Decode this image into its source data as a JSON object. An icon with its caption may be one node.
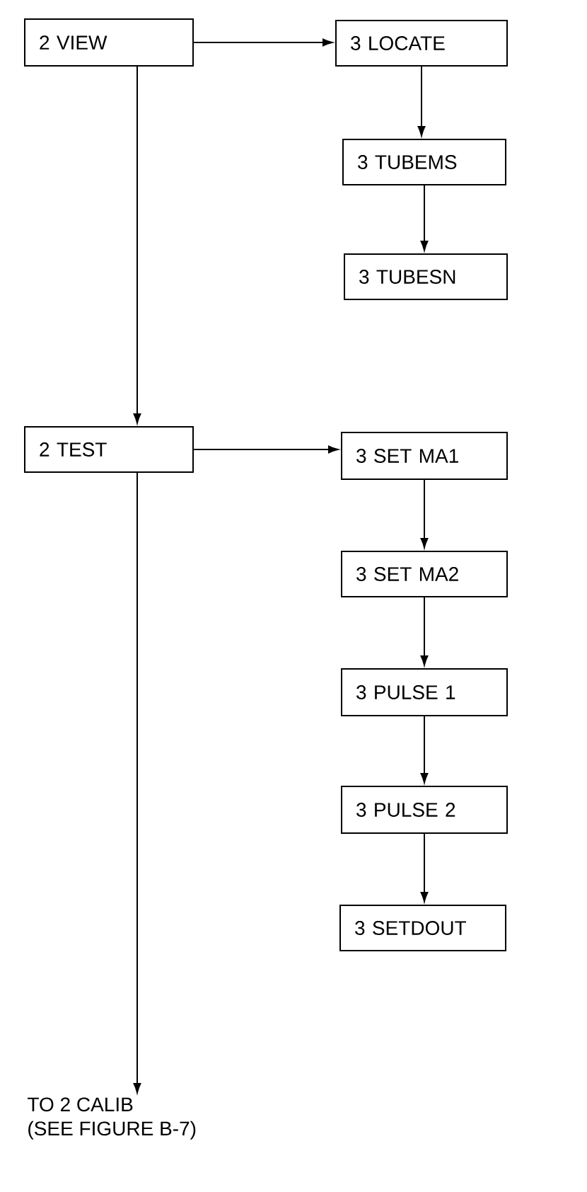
{
  "diagram": {
    "nodes": [
      {
        "text": [
          "2 VIEW"
        ]
      },
      {
        "text": [
          "3 LOCATE"
        ]
      },
      {
        "text": [
          "3 TUBEMS"
        ]
      },
      {
        "text": [
          "3 TUBESN"
        ]
      },
      {
        "text": [
          "2 TEST"
        ]
      },
      {
        "text": [
          "3 SET MA1"
        ]
      },
      {
        "text": [
          "3 SET MA2"
        ]
      },
      {
        "text": [
          "3 PULSE 1"
        ]
      },
      {
        "text": [
          "3 PULSE 2"
        ]
      },
      {
        "text": [
          "3 SETDOUT"
        ]
      },
      {
        "text": [
          "TO 2 CALIB",
          "(SEE FIGURE B-7)"
        ]
      }
    ],
    "edges": [
      {
        "from": 0,
        "to": 1,
        "arrow": "to"
      },
      {
        "from": 1,
        "to": 2,
        "arrow": "to"
      },
      {
        "from": 2,
        "to": 3,
        "arrow": "to"
      },
      {
        "from": 0,
        "to": 4,
        "arrow": "to"
      },
      {
        "from": 4,
        "to": 5,
        "arrow": "to"
      },
      {
        "from": 5,
        "to": 6,
        "arrow": "to"
      },
      {
        "from": 6,
        "to": 7,
        "arrow": "to"
      },
      {
        "from": 7,
        "to": 8,
        "arrow": "to"
      },
      {
        "from": 8,
        "to": 9,
        "arrow": "to"
      },
      {
        "from": 4,
        "to": 10,
        "arrow": "to"
      }
    ]
  }
}
